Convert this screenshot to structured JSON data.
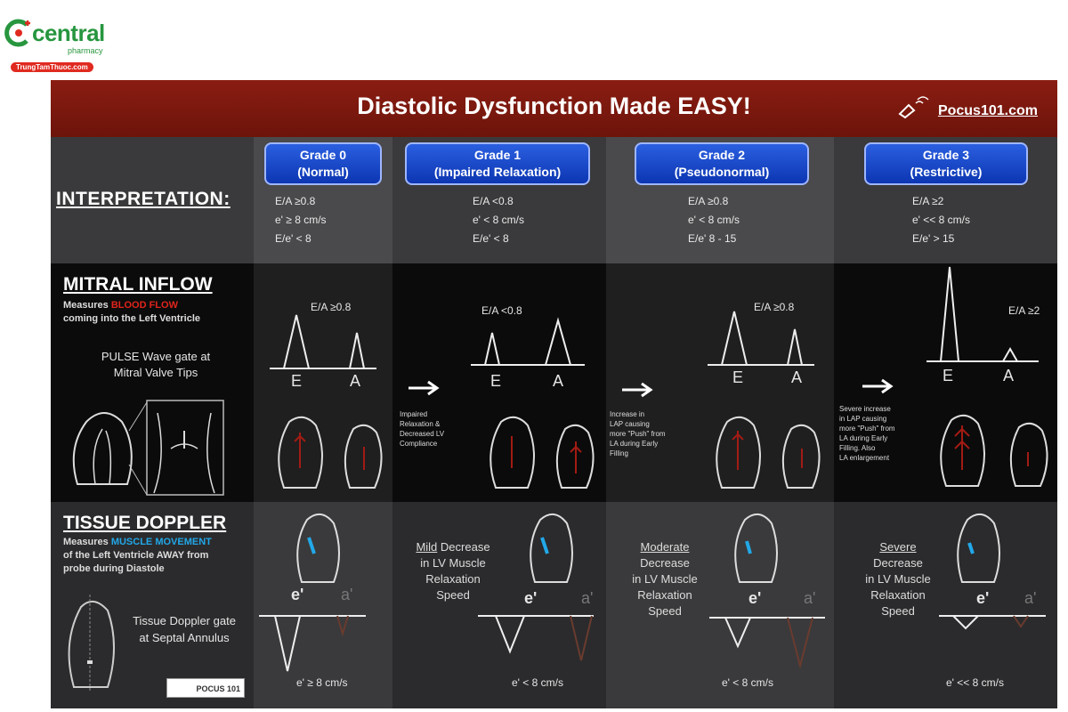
{
  "logo": {
    "brand": "central",
    "sub": "pharmacy",
    "pill": "TrungTamThuoc.com"
  },
  "banner": {
    "title": "Diastolic Dysfunction Made EASY!",
    "site": "Pocus101.com"
  },
  "row1": {
    "label": "INTERPRETATION:",
    "grades": [
      {
        "line1": "Grade 0",
        "line2": "(Normal)",
        "crit": [
          "E/A ≥0.8",
          "e' ≥ 8 cm/s",
          "E/e' < 8"
        ]
      },
      {
        "line1": "Grade 1",
        "line2": "(Impaired Relaxation)",
        "crit": [
          "E/A <0.8",
          "e' < 8 cm/s",
          "E/e' < 8"
        ]
      },
      {
        "line1": "Grade 2",
        "line2": "(Pseudonormal)",
        "crit": [
          "E/A ≥0.8",
          "e' < 8 cm/s",
          "E/e' 8 - 15"
        ]
      },
      {
        "line1": "Grade 3",
        "line2": "(Restrictive)",
        "crit": [
          "E/A ≥2",
          "e' << 8 cm/s",
          "E/e' > 15"
        ]
      }
    ]
  },
  "row2": {
    "heading": "MITRAL INFLOW",
    "desc_pre": "Measures ",
    "desc_hl": "BLOOD FLOW",
    "desc_post": "coming into the Left Ventricle",
    "gate": [
      "PULSE Wave gate at",
      "Mitral Valve Tips"
    ],
    "ratios": [
      "E/A ≥0.8",
      "E/A <0.8",
      "E/A ≥0.8",
      "E/A ≥2"
    ],
    "e_label": "E",
    "a_label": "A",
    "notes": [
      [
        "Impaired",
        "Relaxation &",
        "Decreased LV",
        "Compliance"
      ],
      [
        "Increase in",
        "LAP causing",
        "more \"Push\" from",
        "LA during Early",
        "Filling"
      ],
      [
        "Severe increase",
        "in LAP causing",
        "more \"Push\" from",
        "LA during Early",
        "Filling. Also",
        "LA enlargement"
      ]
    ]
  },
  "row3": {
    "heading": "TISSUE DOPPLER",
    "desc_pre": "Measures ",
    "desc_hl": "MUSCLE MOVEMENT",
    "desc_post": [
      "of the Left Ventricle AWAY from",
      "probe during Diastole"
    ],
    "gate": [
      "Tissue Doppler gate",
      "at Septal Annulus"
    ],
    "badge": "POCUS 101",
    "eprime": "e'",
    "aprime": "a'",
    "speeds": [
      "e' ≥ 8 cm/s",
      "e' < 8 cm/s",
      "e' < 8 cm/s",
      "e' << 8 cm/s"
    ],
    "notes": [
      {
        "u": "Mild",
        "rest": [
          "Decrease",
          "in LV Muscle",
          "Relaxation",
          "Speed"
        ]
      },
      {
        "u": "Moderate",
        "rest": [
          "Decrease",
          "in LV Muscle",
          "Relaxation",
          "Speed"
        ]
      },
      {
        "u": "Severe",
        "rest": [
          "Decrease",
          "in LV Muscle",
          "Relaxation",
          "Speed"
        ]
      }
    ]
  }
}
